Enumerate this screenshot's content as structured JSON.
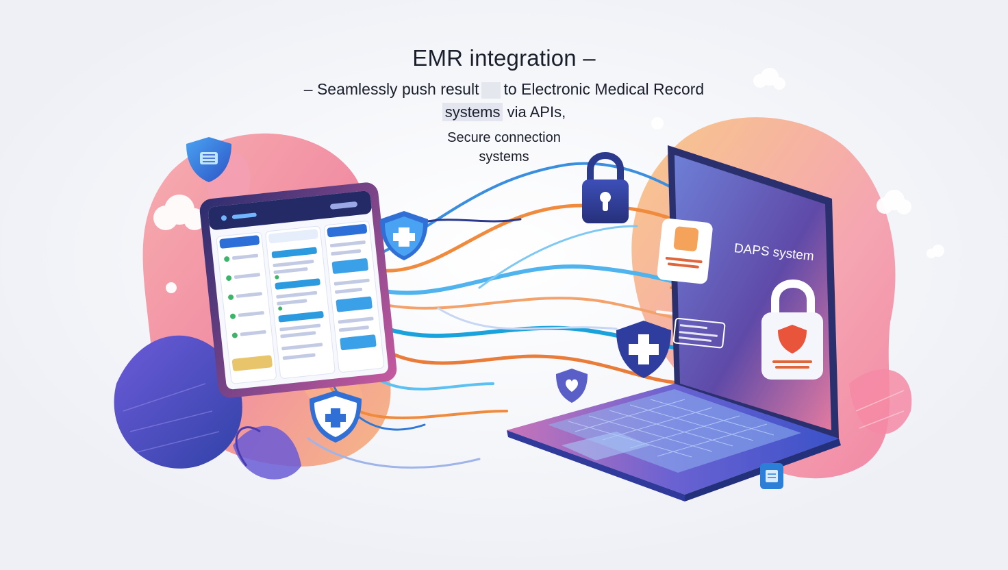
{
  "heading": {
    "title": "EMR integration –",
    "line1_prefix": "– Seamlessly push result",
    "line1_suffix": "to Electronic Medical Record",
    "line2_highlight": "systems",
    "line2_suffix": "via APIs,",
    "line3": "Secure connection",
    "line4": "systems"
  },
  "laptop": {
    "screen_label": "DAPS system"
  },
  "icons": [
    "shield-chip-icon",
    "shield-plus-icon",
    "padlock-icon",
    "shield-heart-icon",
    "tag-icon"
  ],
  "colors": {
    "background": "#eef0f6",
    "shield_blue": "#2f6fd6",
    "lock_navy": "#2b3a8c",
    "stream_orange": "#f08a3c",
    "stream_blue": "#3aa0e8",
    "laptop_violet": "#5b3ea8"
  }
}
